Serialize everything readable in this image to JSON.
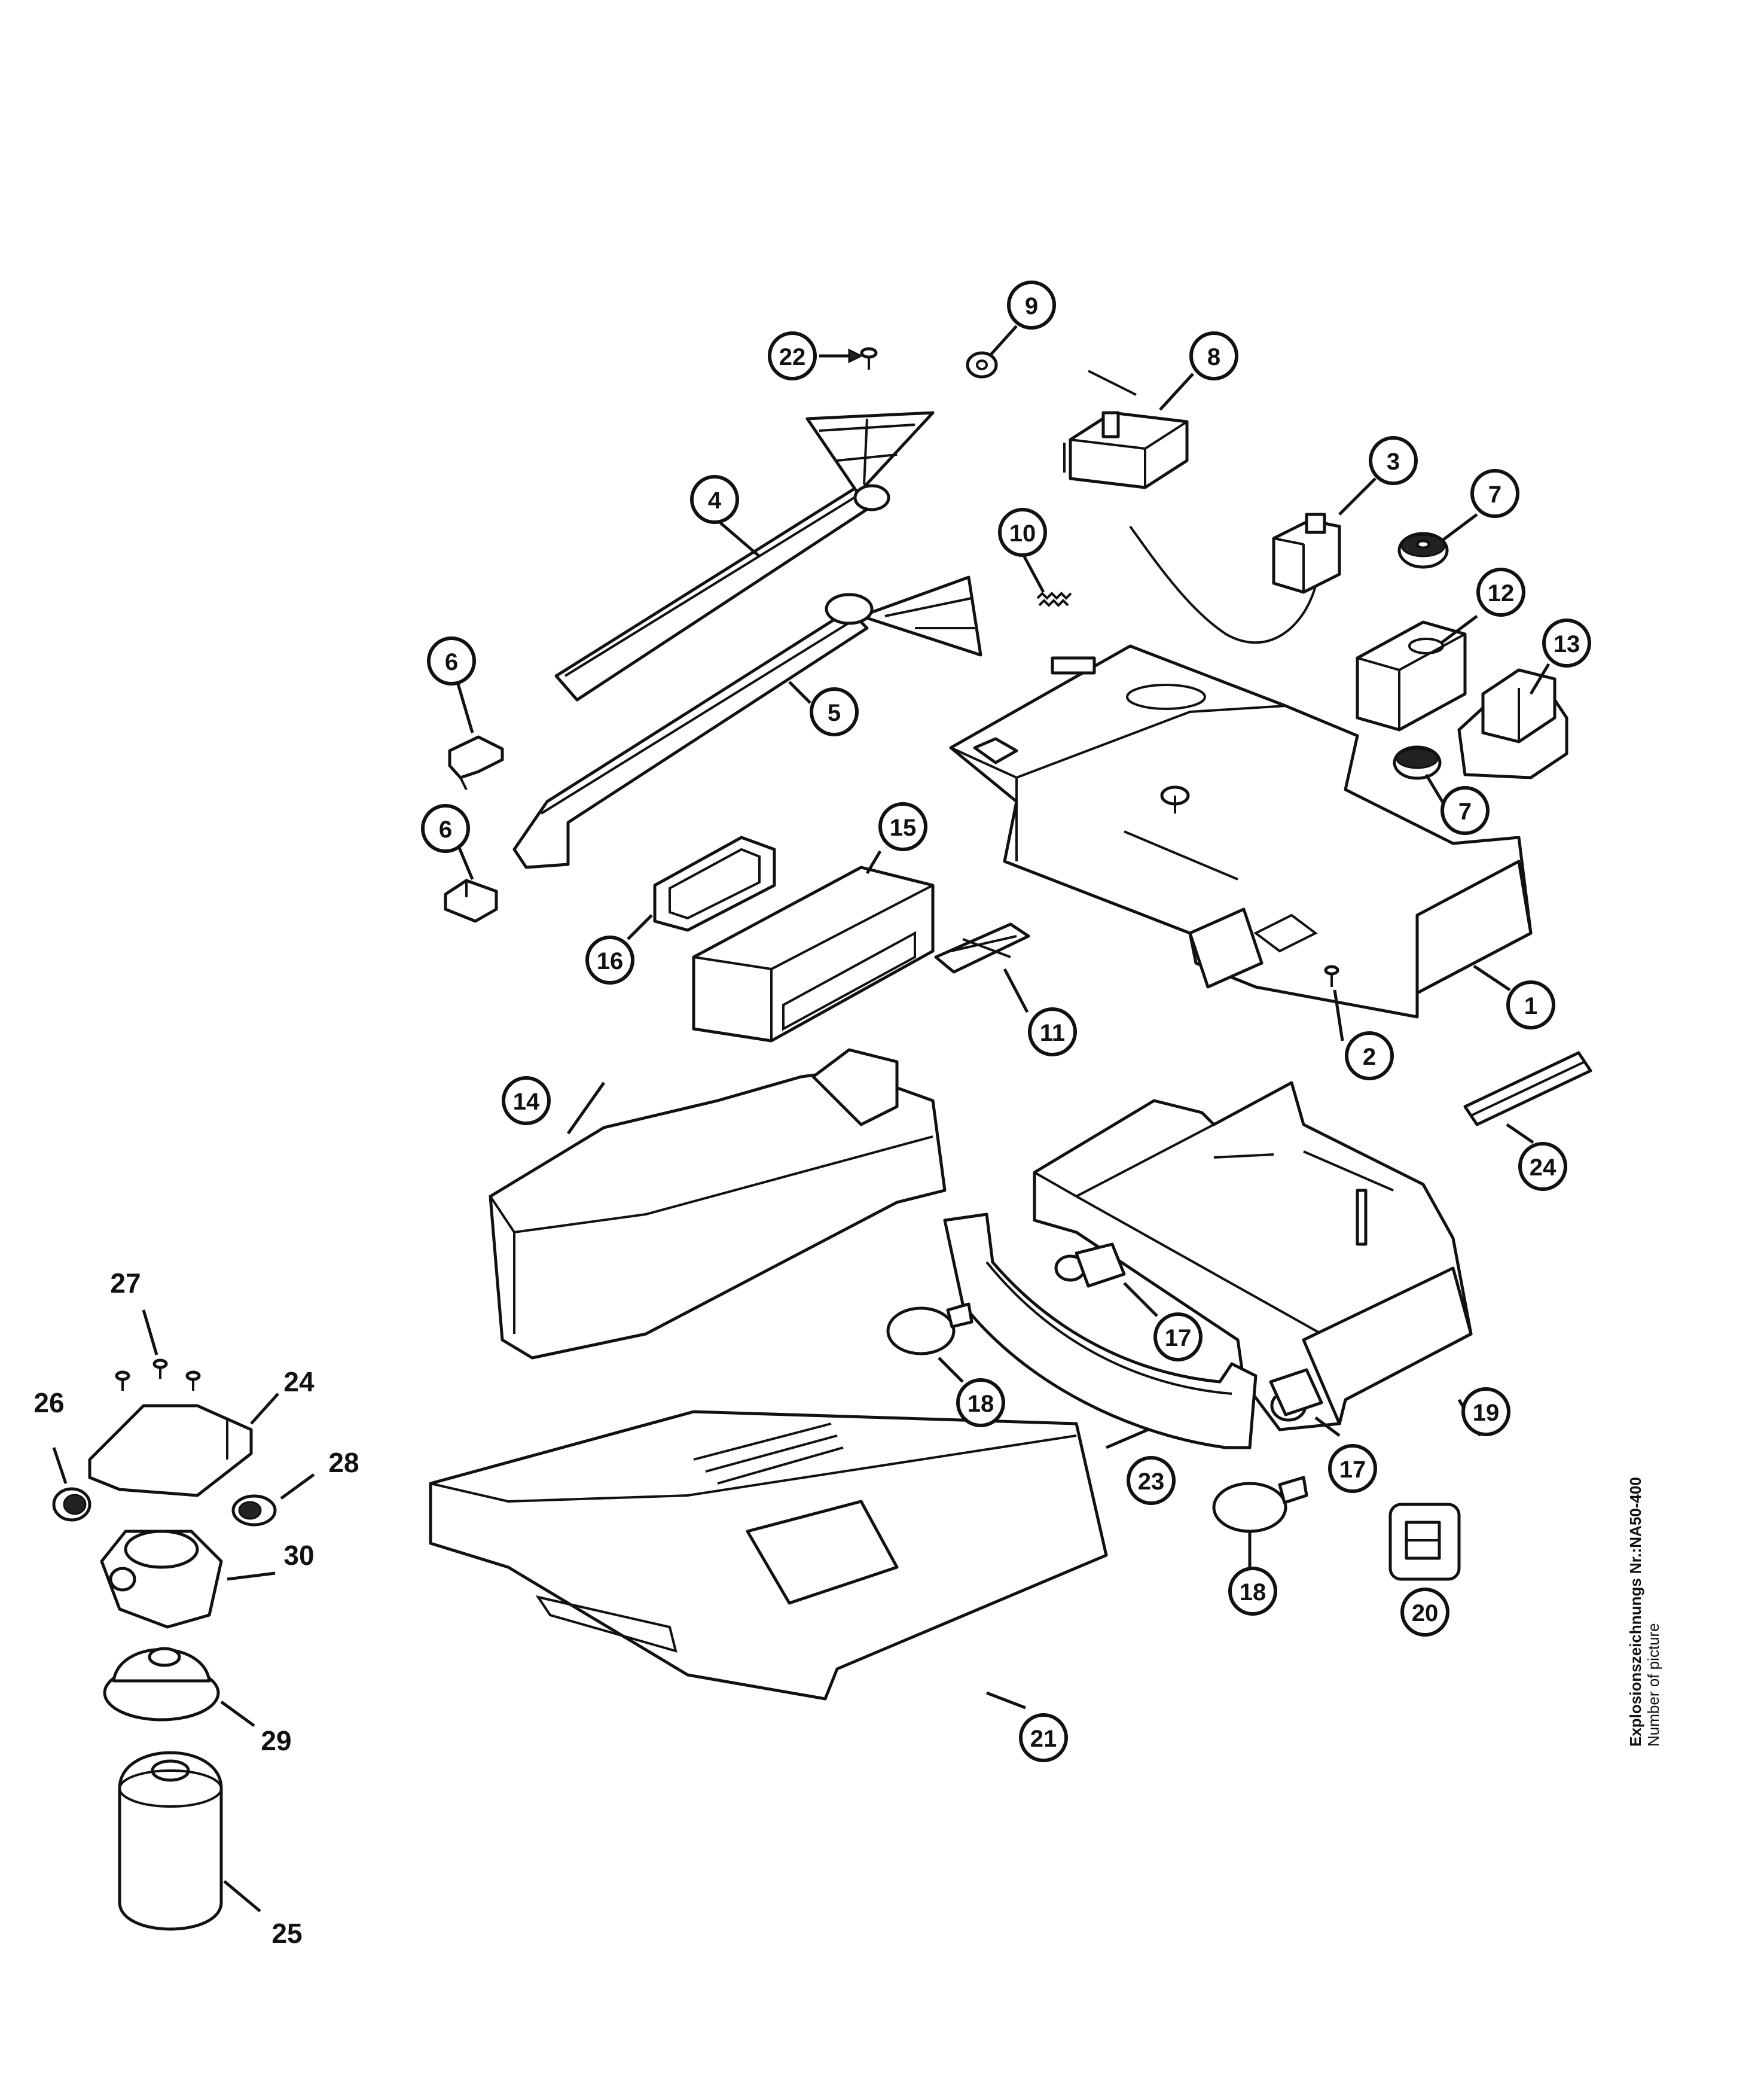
{
  "label": {
    "title": "Explosionszeichnungs Nr.:NA50-400",
    "subtitle": "Number of picture"
  },
  "callouts": {
    "p1": "1",
    "p2": "2",
    "p3": "3",
    "p4": "4",
    "p5": "5",
    "p6a": "6",
    "p6b": "6",
    "p7a": "7",
    "p7b": "7",
    "p8": "8",
    "p9": "9",
    "p10": "10",
    "p11": "11",
    "p12": "12",
    "p13": "13",
    "p14": "14",
    "p15": "15",
    "p16": "16",
    "p17a": "17",
    "p17b": "17",
    "p18a": "18",
    "p18b": "18",
    "p19": "19",
    "p20": "20",
    "p21": "21",
    "p22": "22",
    "p23": "23",
    "p24a": "24",
    "p24b": "24",
    "p25": "25",
    "p26": "26",
    "p27": "27",
    "p28": "28",
    "p29": "29",
    "p30": "30"
  }
}
